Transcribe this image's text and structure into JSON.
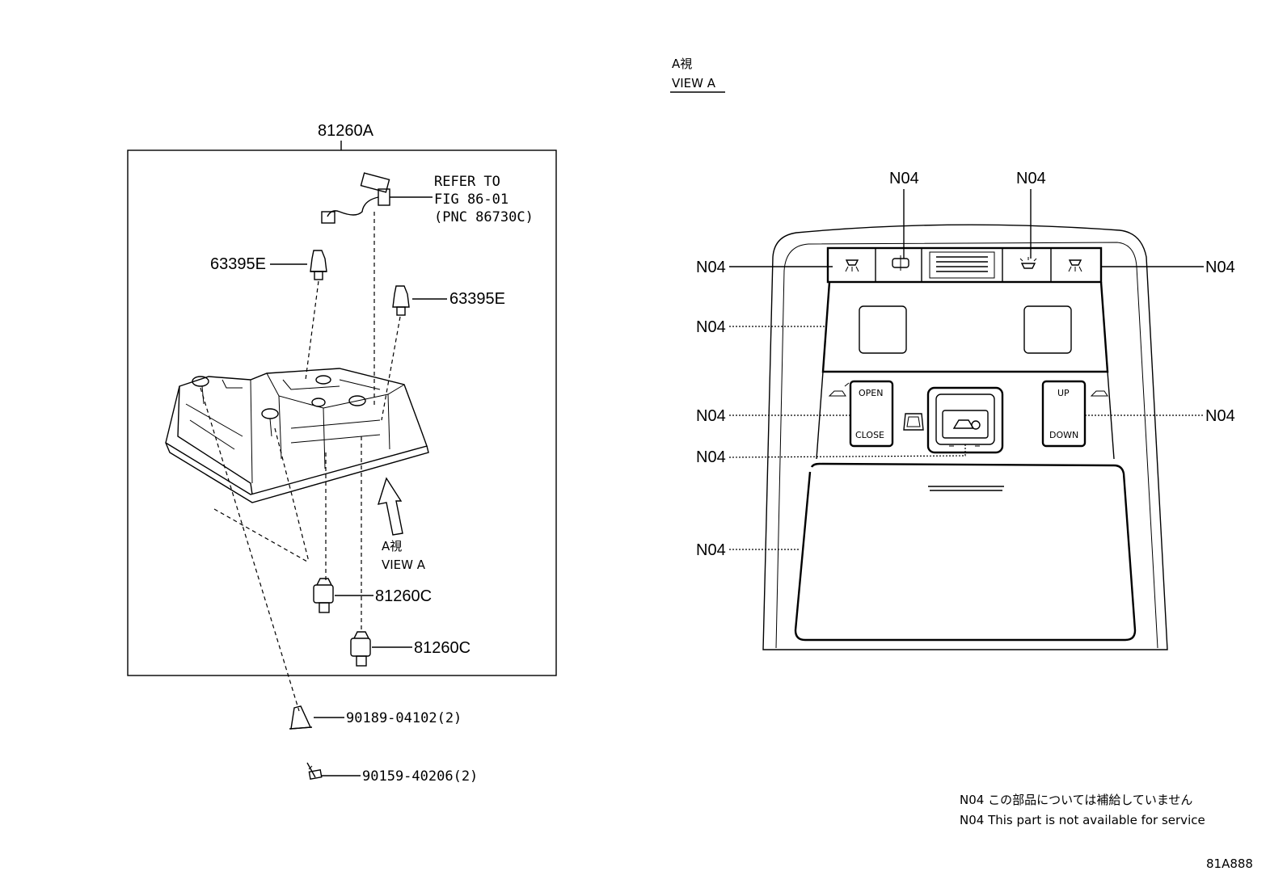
{
  "left_assembly": {
    "main_part": "81260A",
    "refer": [
      "REFER TO",
      "FIG 86-01",
      "(PNC 86730C)"
    ],
    "clip_left": "63395E",
    "clip_right": "63395E",
    "bulb_1": "81260C",
    "bulb_2": "81260C",
    "view_jp": "A視",
    "view_en": "VIEW A",
    "bolt_1": "90189-04102(2)",
    "bolt_2": "90159-40206(2)"
  },
  "view_a": {
    "title_jp": "A視",
    "title_en": "VIEW A",
    "top_label_1": "N04",
    "top_label_2": "N04",
    "left_labels": [
      "N04",
      "N04",
      "N04",
      "N04",
      "N04"
    ],
    "right_labels": [
      "N04",
      "N04"
    ],
    "open_label": "OPEN",
    "close_label": "CLOSE",
    "up_label": "UP",
    "down_label": "DOWN"
  },
  "footnote": {
    "jp": "N04 この部品については補給していません",
    "en": "N04 This part is not available for service"
  },
  "figure_code": "81A888"
}
